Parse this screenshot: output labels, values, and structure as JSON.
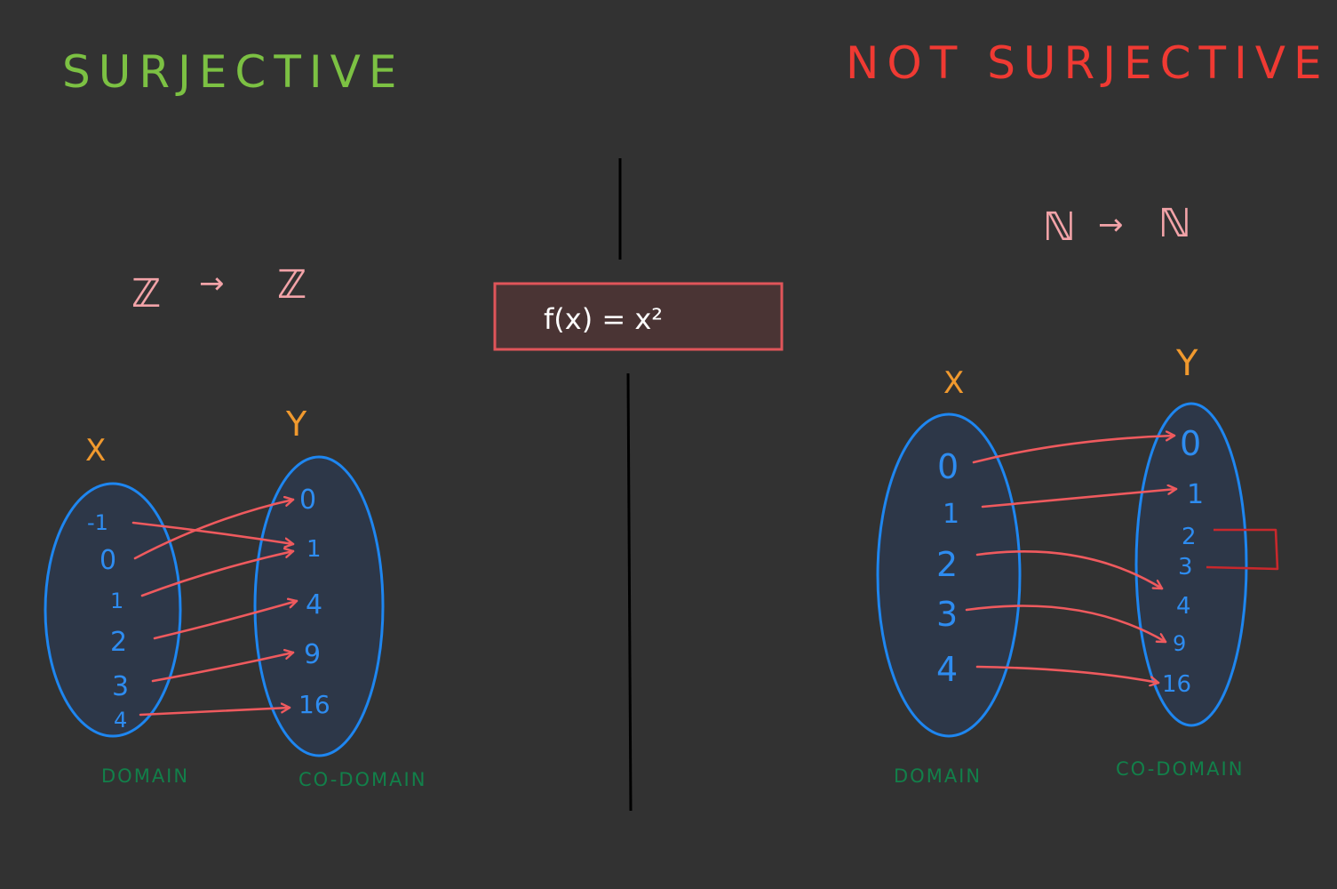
{
  "left_panel": {
    "title": "SURJECTIVE",
    "mapping": {
      "domain_symbol": "ℤ",
      "arrow": "→",
      "codomain_symbol": "ℤ"
    },
    "x_label": "X",
    "y_label": "Y",
    "domain_values": [
      "-1",
      "0",
      "1",
      "2",
      "3",
      "4"
    ],
    "codomain_values": [
      "0",
      "1",
      "4",
      "9",
      "16"
    ],
    "domain_caption": "DOMAIN",
    "codomain_caption": "CO-DOMAIN"
  },
  "center": {
    "function_label": "f(x) = x²"
  },
  "right_panel": {
    "title": "NOT SURJECTIVE",
    "mapping": {
      "domain_symbol": "ℕ",
      "arrow": "→",
      "codomain_symbol": "ℕ"
    },
    "x_label": "X",
    "y_label": "Y",
    "domain_values": [
      "0",
      "1",
      "2",
      "3",
      "4"
    ],
    "codomain_values": [
      "0",
      "1",
      "2",
      "3",
      "4",
      "9",
      "16"
    ],
    "domain_caption": "DOMAIN",
    "codomain_caption": "CO-DOMAIN"
  },
  "colors": {
    "background": "#323232",
    "surjective_title": "#7cc143",
    "not_surjective_title": "#f03a33",
    "set_symbol": "#f2a3a8",
    "axis_letter": "#f0992e",
    "ellipse_stroke": "#1e86f0",
    "ellipse_fill": "#2d3748",
    "values": "#2e8cf0",
    "arrows": "#ef5a5e",
    "caption": "#12804a",
    "function_box_fill": "#4a3434",
    "function_box_stroke": "#e0555a",
    "function_text": "#ffffff",
    "divider": "#000000",
    "unmapped_bracket": "#c8282c"
  }
}
